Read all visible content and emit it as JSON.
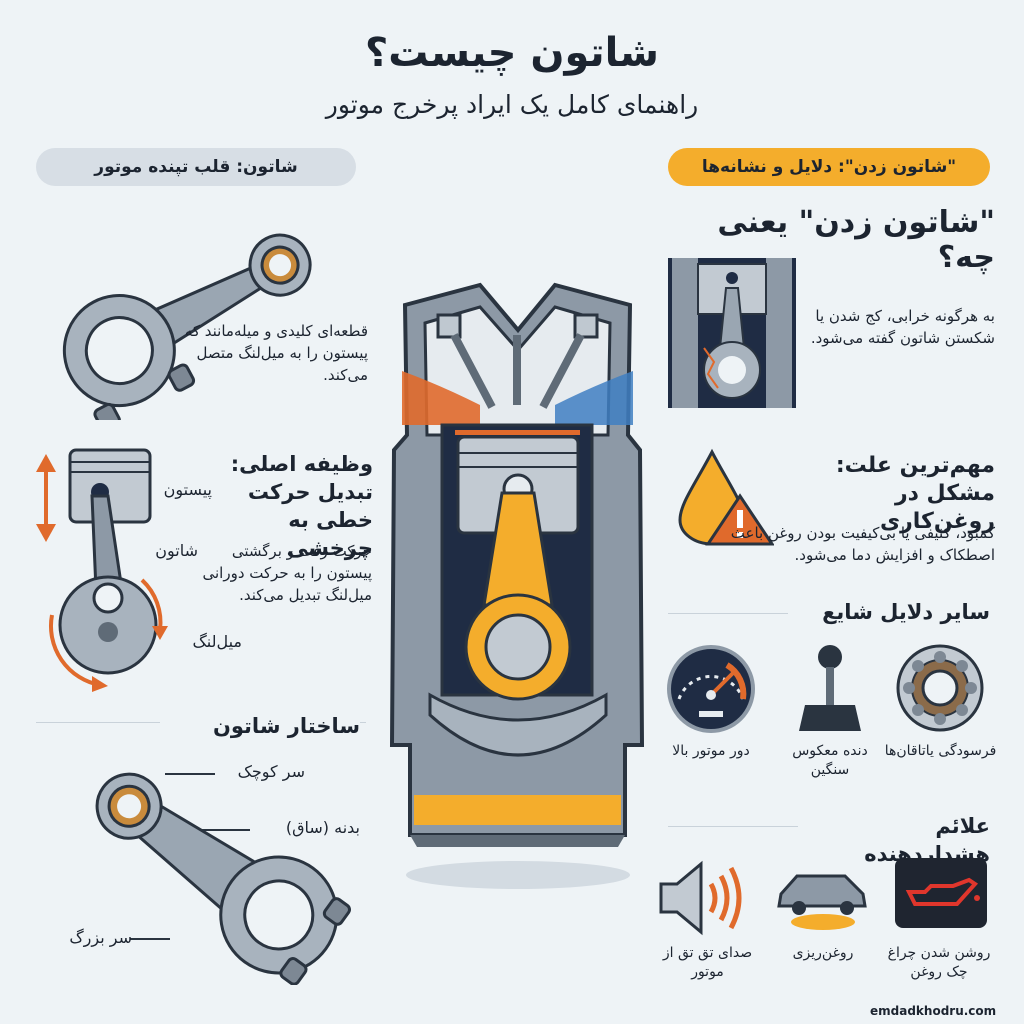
{
  "header": {
    "title": "شاتون چیست؟",
    "subtitle": "راهنمای کامل یک ایراد پرخرج موتور"
  },
  "left": {
    "section_pill": "شاتون: قلب تپنده موتور",
    "intro": "قطعه‌ای کلیدی و میله‌مانند که پیستون را به میل‌لنگ متصل می‌کند.",
    "function_title": "وظیفه اصلی: تبدیل حرکت خطی به چرخشی",
    "function_desc": "حرکت رفت و برگشتی پیستون را به حرکت دورانی میل‌لنگ تبدیل می‌کند.",
    "labels": {
      "piston": "پیستون",
      "rod": "شاتون",
      "crank": "میل‌لنگ"
    },
    "structure_title": "ساختار شاتون",
    "structure_labels": {
      "small_end": "سر کوچک",
      "body": "بدنه (ساق)",
      "big_end": "سر بزرگ"
    }
  },
  "right": {
    "section_pill": "\"شاتون زدن\": دلایل و نشانه‌ها",
    "meaning_title": "\"شاتون زدن\" یعنی چه؟",
    "meaning_desc": "به هرگونه خرابی، کج شدن یا شکستن شاتون گفته می‌شود.",
    "cause_title": "مهم‌ترین علت: مشکل در روغن‌کاری",
    "cause_desc": "کمبود، کثیفی یا بی‌کیفیت بودن روغن باعث اصطکاک و افزایش دما می‌شود.",
    "other_causes_title": "سایر دلایل شایع",
    "other_causes": [
      {
        "icon": "bearing-icon",
        "label": "فرسودگی یاتاقان‌ها"
      },
      {
        "icon": "gear-shift-icon",
        "label": "دنده معکوس سنگین"
      },
      {
        "icon": "tachometer-icon",
        "label": "دور موتور بالا"
      }
    ],
    "warnings_title": "علائم هشداردهنده",
    "warnings": [
      {
        "icon": "oil-lamp-icon",
        "label": "روشن شدن چراغ چک روغن"
      },
      {
        "icon": "oil-leak-car-icon",
        "label": "روغن‌ریزی"
      },
      {
        "icon": "sound-icon",
        "label": "صدای تق تق از موتور"
      }
    ]
  },
  "footer": {
    "watermark": "emdadkhodru.com"
  },
  "colors": {
    "accent": "#f4ad2c",
    "orange": "#e06a2c",
    "navy": "#1f2c44",
    "steel": "#8d99a6",
    "bronze": "#c98b3c",
    "bg": "#eef3f6"
  }
}
